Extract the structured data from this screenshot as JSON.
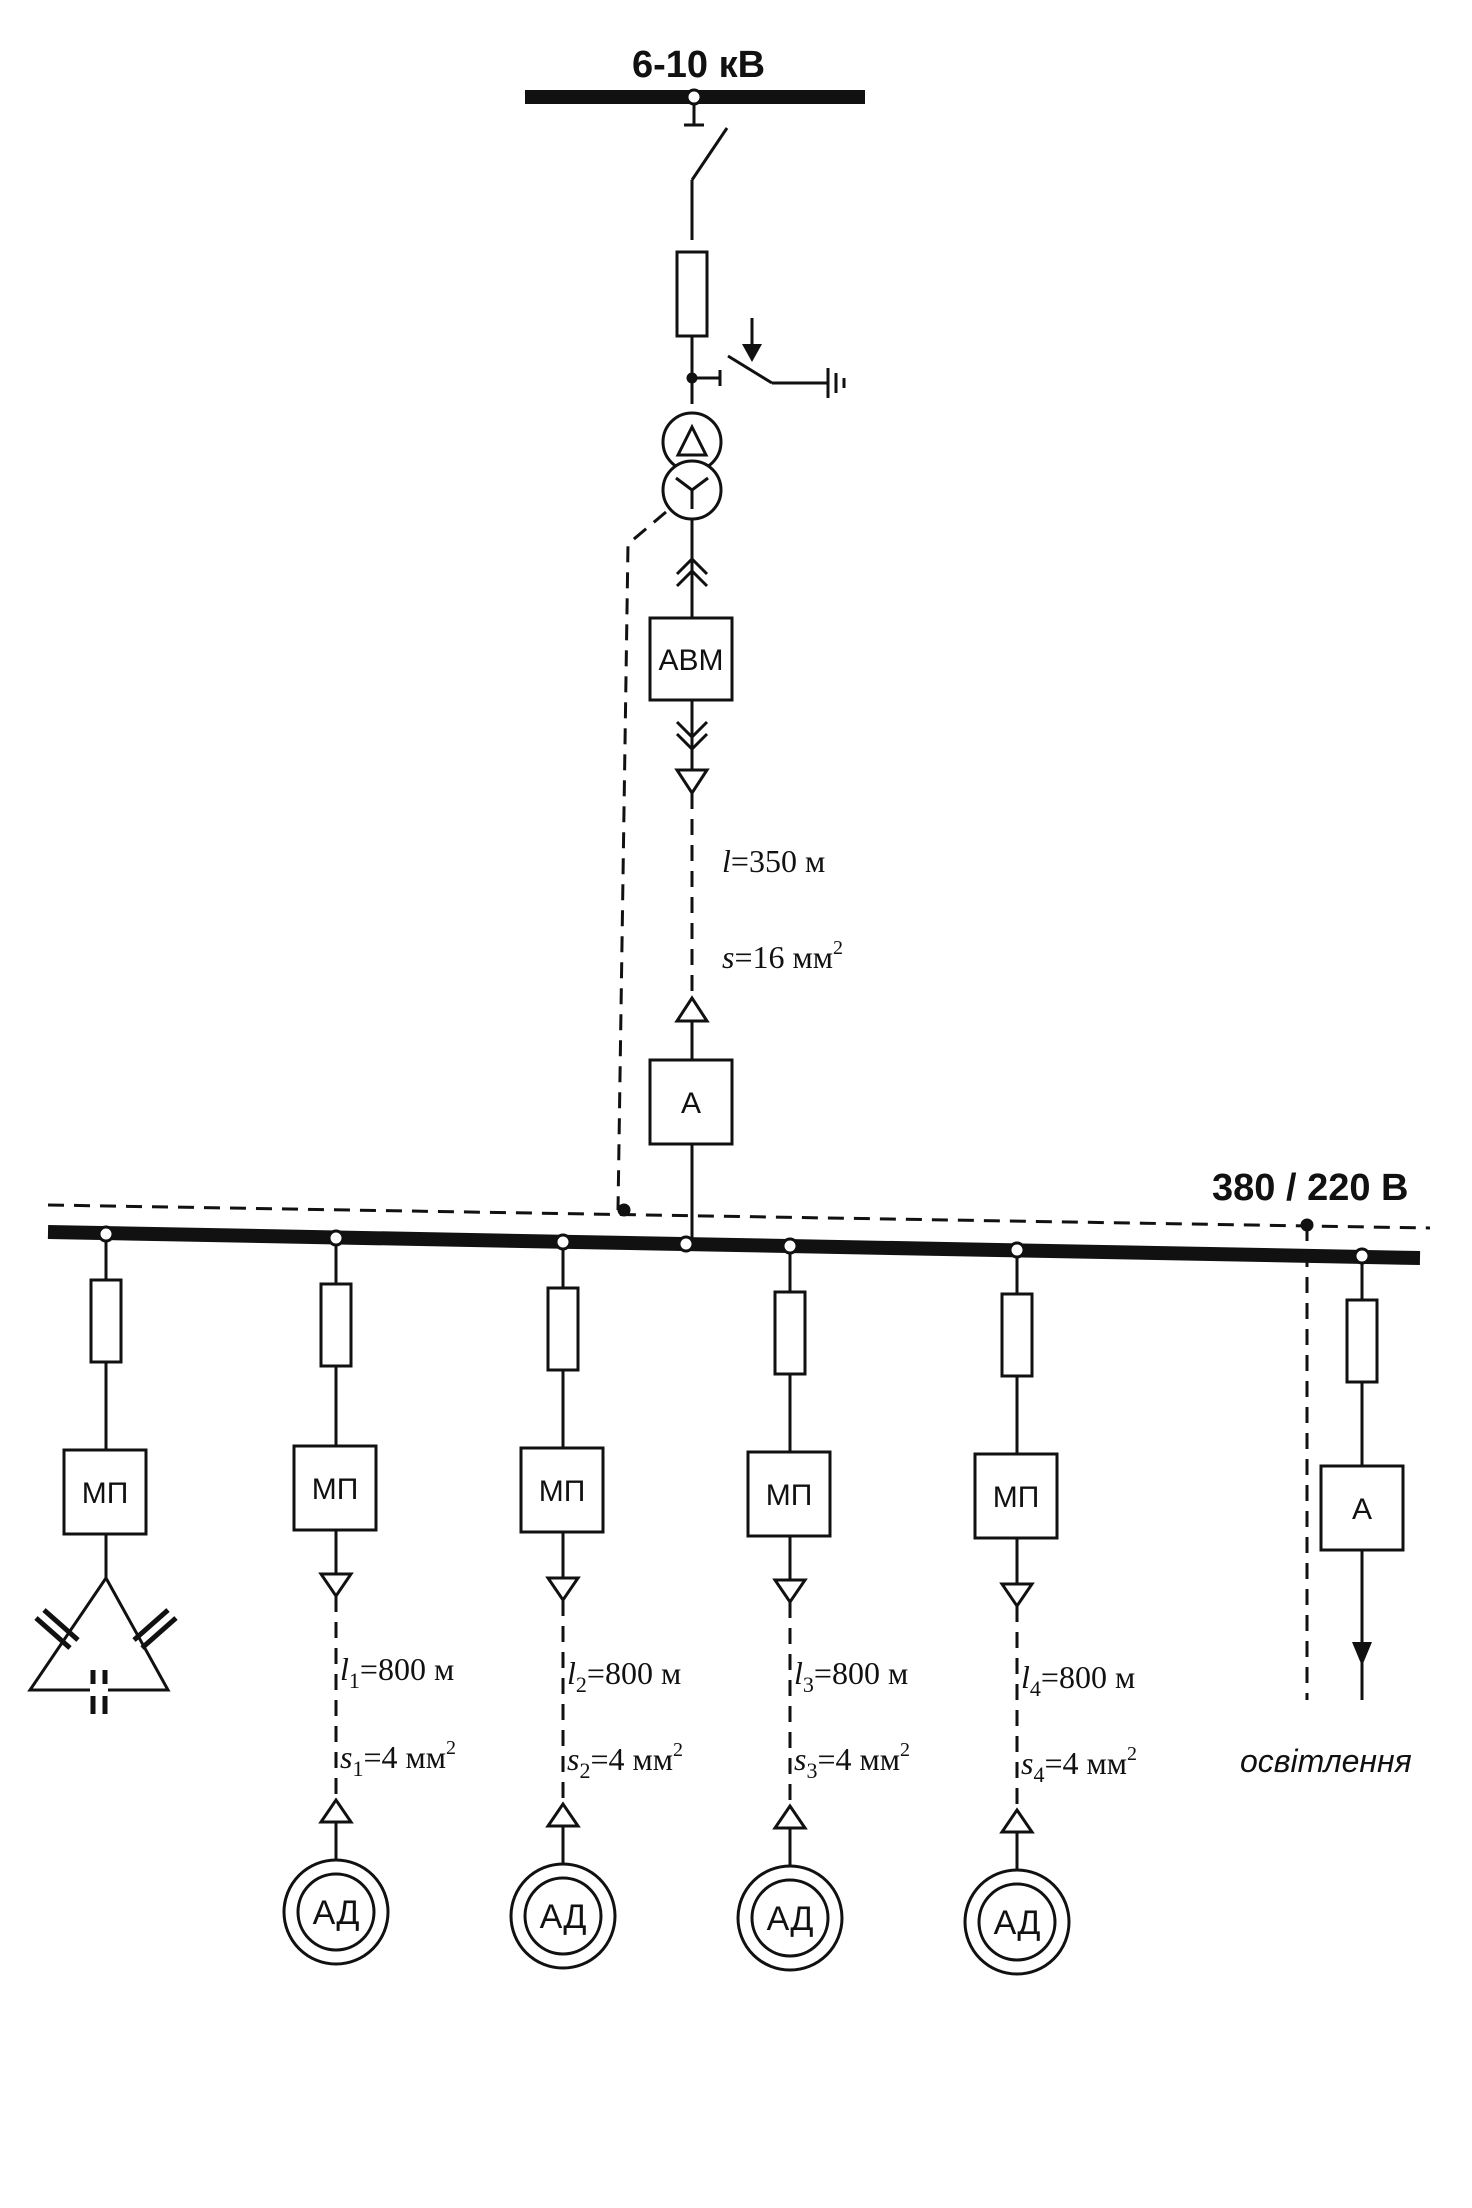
{
  "hv_bus": {
    "voltage_label": "6-10 кВ"
  },
  "lv_bus": {
    "voltage_label": "380 / 220 В"
  },
  "main_feed": {
    "breaker_label": "АВМ",
    "cable_length_var": "l",
    "cable_length_value": "=350 м",
    "cable_section_var": "s",
    "cable_section_value": "=16 мм",
    "cable_section_exp": "2",
    "switch_label": "А"
  },
  "capacitor_branch": {
    "starter_label": "МП"
  },
  "motor_branches": [
    {
      "starter_label": "МП",
      "length_var": "l",
      "index": "1",
      "length_value": "=800 м",
      "section_var": "s",
      "section_value": "=4 мм",
      "section_exp": "2",
      "motor_label": "АД"
    },
    {
      "starter_label": "МП",
      "length_var": "l",
      "index": "2",
      "length_value": "=800 м",
      "section_var": "s",
      "section_value": "=4 мм",
      "section_exp": "2",
      "motor_label": "АД"
    },
    {
      "starter_label": "МП",
      "length_var": "l",
      "index": "3",
      "length_value": "=800 м",
      "section_var": "s",
      "section_value": "=4 мм",
      "section_exp": "2",
      "motor_label": "АД"
    },
    {
      "starter_label": "МП",
      "length_var": "l",
      "index": "4",
      "length_value": "=800 м",
      "section_var": "s",
      "section_value": "=4 мм",
      "section_exp": "2",
      "motor_label": "АД"
    }
  ],
  "lighting_branch": {
    "switch_label": "А",
    "load_label": "освітлення"
  },
  "colors": {
    "ink": "#111111",
    "background": "#ffffff"
  }
}
